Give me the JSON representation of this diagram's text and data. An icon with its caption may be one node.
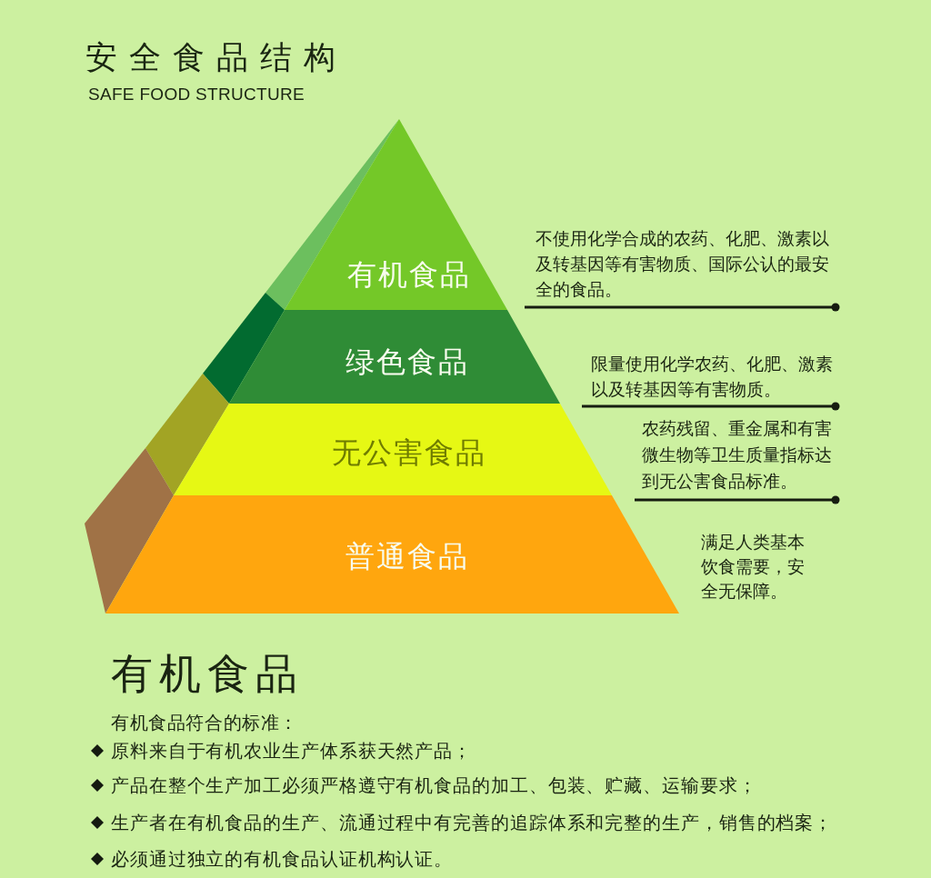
{
  "diagram": {
    "title": "安全食品结构",
    "nodes": [
      {
        "text": [
          "有机食品"
        ]
      },
      {
        "text": [
          "绿色食品"
        ]
      },
      {
        "text": [
          "无公害食品"
        ]
      },
      {
        "text": [
          "普通食品"
        ]
      }
    ],
    "labels": [
      "SAFE FOOD STRUCTURE",
      "不使用化学合成的农药、化肥、激素以及转基因等有害物质、国际公认的最安全的食品。",
      "限量使用化学农药、化肥、激素以及转基因等有害物质。",
      "农药残留、重金属和有害微生物等卫生质量指标达到无公害食品标准。",
      "满足人类基本饮食需要，安全无保障。",
      "有机食品",
      "有机食品符合的标准：",
      "原料来自于有机农业生产体系获天然产品；",
      "产品在整个生产加工必须严格遵守有机食品的加工、包装、贮藏、运输要求；",
      "生产者在有机食品的生产、流通过程中有完善的追踪体系和完整的生产，销售的档案；",
      "必须通过独立的有机食品认证机构认证。"
    ]
  }
}
